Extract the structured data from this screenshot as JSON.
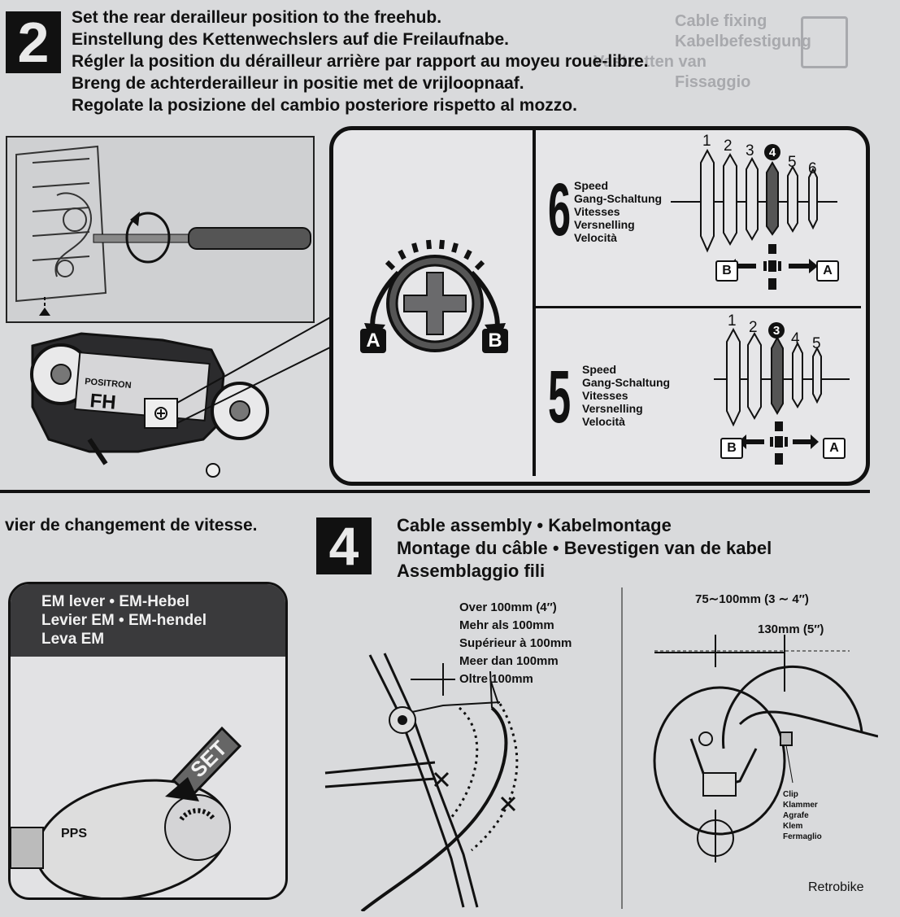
{
  "step2": {
    "number": "2",
    "lines": [
      "Set the rear derailleur position to the freehub.",
      "Einstellung des Kettenwechslers auf die Freilaufnabe.",
      "Régler la position du dérailleur arrière par rapport au moyeu roue-libre.",
      "Breng de achterderailleur in positie met de vrijloopnaaf.",
      "Regolate la posizione del cambio posteriore rispetto al mozzo."
    ],
    "derailleur_brand": "POSITRON",
    "derailleur_model": "FH",
    "arrow_a": "A",
    "arrow_b": "B"
  },
  "ghost_heading": {
    "lines": [
      "Cable fixing",
      "Kabelbefestigung",
      "",
      "Vastzetten van",
      "Fissaggio"
    ]
  },
  "speed6": {
    "digit": "6",
    "labels": [
      "Speed",
      "Gang-Schaltung",
      "Vitesses",
      "Versnelling",
      "Velocità"
    ],
    "positions": [
      "1",
      "2",
      "3",
      "4",
      "5",
      "6"
    ],
    "highlighted_position": "4",
    "left_marker": "B",
    "right_marker": "A"
  },
  "speed5": {
    "digit": "5",
    "labels": [
      "Speed",
      "Gang-Schaltung",
      "Vitesses",
      "Versnelling",
      "Velocità"
    ],
    "positions": [
      "1",
      "2",
      "3",
      "4",
      "5"
    ],
    "highlighted_position": "3",
    "left_marker": "B",
    "right_marker": "A"
  },
  "lever_section": {
    "heading": "vier de changement de vitesse.",
    "em_lever_lines": [
      "EM lever • EM-Hebel",
      "Levier EM • EM-hendel",
      "Leva EM"
    ],
    "set_label": "SET",
    "pps_label": "PPS"
  },
  "step4": {
    "number": "4",
    "title_lines": [
      "Cable assembly • Kabelmontage",
      "Montage du câble • Bevestigen van de kabel",
      "Assemblaggio fili"
    ],
    "over_labels": [
      "Over 100mm (4″)",
      "Mehr als 100mm",
      "Supérieur à 100mm",
      "Meer dan 100mm",
      "Oltre 100mm"
    ],
    "dim_range": "75∼100mm (3 ∼ 4″)",
    "dim_130": "130mm (5″)",
    "clip_labels": [
      "Clip",
      "Klammer",
      "Agrafe",
      "Klem",
      "Fermaglio"
    ]
  },
  "watermark": "Retrobike"
}
